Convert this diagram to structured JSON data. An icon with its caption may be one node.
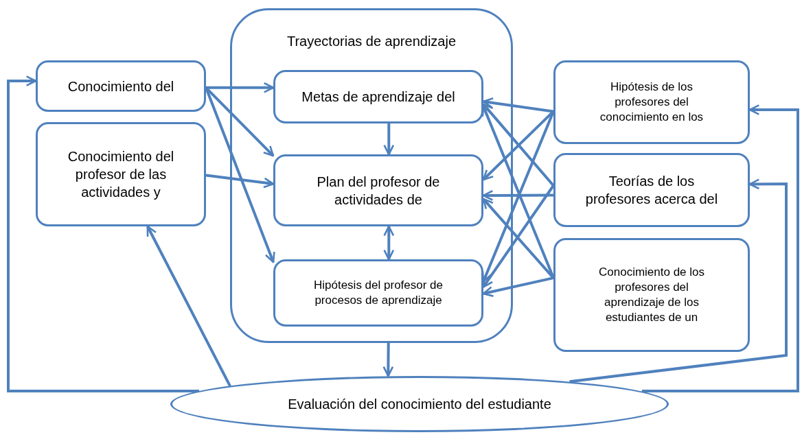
{
  "diagram": {
    "nodes": [
      {
        "text": [
          "Conocimiento del"
        ]
      },
      {
        "text": [
          "Conocimiento del profesor de las actividades y"
        ]
      },
      {
        "text": [
          "Trayectorias de aprendizaje"
        ]
      },
      {
        "text": [
          "Metas de aprendizaje del"
        ],
        "in": 2
      },
      {
        "text": [
          "Plan del profesor de actividades de"
        ],
        "in": 2
      },
      {
        "text": [
          "Hipótesis del profesor de procesos de aprendizaje"
        ],
        "in": 2
      },
      {
        "text": [
          "Hipótesis de los profesores del conocimiento en los"
        ]
      },
      {
        "text": [
          "Teorías de los profesores acerca del"
        ]
      },
      {
        "text": [
          "Conocimiento de los profesores del aprendizaje de los estudiantes de un"
        ]
      },
      {
        "text": [
          "Evaluación del conocimiento del estudiante"
        ]
      }
    ],
    "edges": [
      {
        "from": 0,
        "to": 3,
        "arrow": "to"
      },
      {
        "from": 0,
        "to": 4,
        "arrow": "to"
      },
      {
        "from": 0,
        "to": 5,
        "arrow": "to"
      },
      {
        "from": 1,
        "to": 4,
        "arrow": "to"
      },
      {
        "from": 3,
        "to": 4,
        "arrow": "to"
      },
      {
        "from": 4,
        "to": 5,
        "arrow": "both"
      },
      {
        "from": 6,
        "to": 3,
        "arrow": "to"
      },
      {
        "from": 6,
        "to": 4,
        "arrow": "to"
      },
      {
        "from": 6,
        "to": 5,
        "arrow": "to"
      },
      {
        "from": 7,
        "to": 3,
        "arrow": "to"
      },
      {
        "from": 7,
        "to": 4,
        "arrow": "to"
      },
      {
        "from": 7,
        "to": 5,
        "arrow": "to"
      },
      {
        "from": 8,
        "to": 3,
        "arrow": "to"
      },
      {
        "from": 8,
        "to": 4,
        "arrow": "to"
      },
      {
        "from": 8,
        "to": 5,
        "arrow": "to"
      },
      {
        "from": 2,
        "to": 9,
        "arrow": "to"
      },
      {
        "from": 9,
        "to": 0,
        "arrow": "to"
      },
      {
        "from": 9,
        "to": 1,
        "arrow": "to"
      },
      {
        "from": 9,
        "to": 6,
        "arrow": "to"
      },
      {
        "from": 9,
        "to": 7,
        "arrow": "to"
      }
    ]
  }
}
